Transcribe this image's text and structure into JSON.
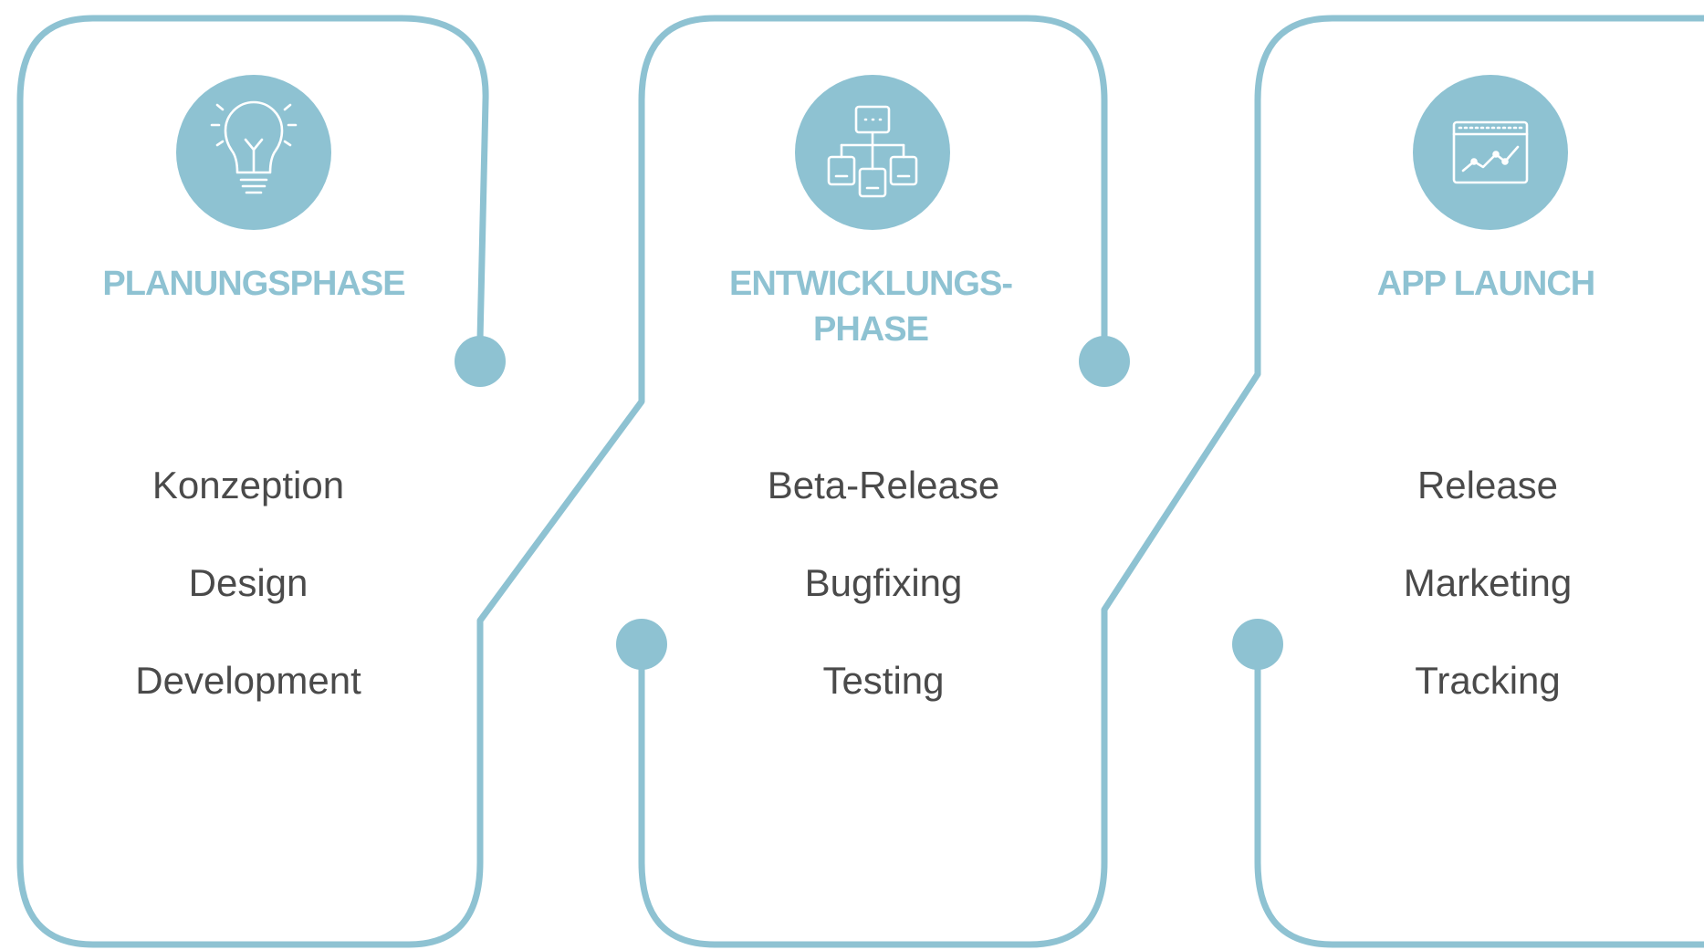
{
  "colors": {
    "accent": "#8ec2d2",
    "item_text": "#4a4a4a",
    "background": "#ffffff"
  },
  "phases": [
    {
      "icon": "lightbulb-icon",
      "title_lines": [
        "PLANUNGSPHASE"
      ],
      "items": [
        "Konzeption",
        "Design",
        "Development"
      ]
    },
    {
      "icon": "sitemap-icon",
      "title_lines": [
        "ENTWICKLUNGS-",
        "PHASE"
      ],
      "items": [
        "Beta-Release",
        "Bugfixing",
        "Testing"
      ]
    },
    {
      "icon": "analytics-chart-icon",
      "title_lines": [
        "APP LAUNCH"
      ],
      "items": [
        "Release",
        "Marketing",
        "Tracking"
      ]
    }
  ]
}
